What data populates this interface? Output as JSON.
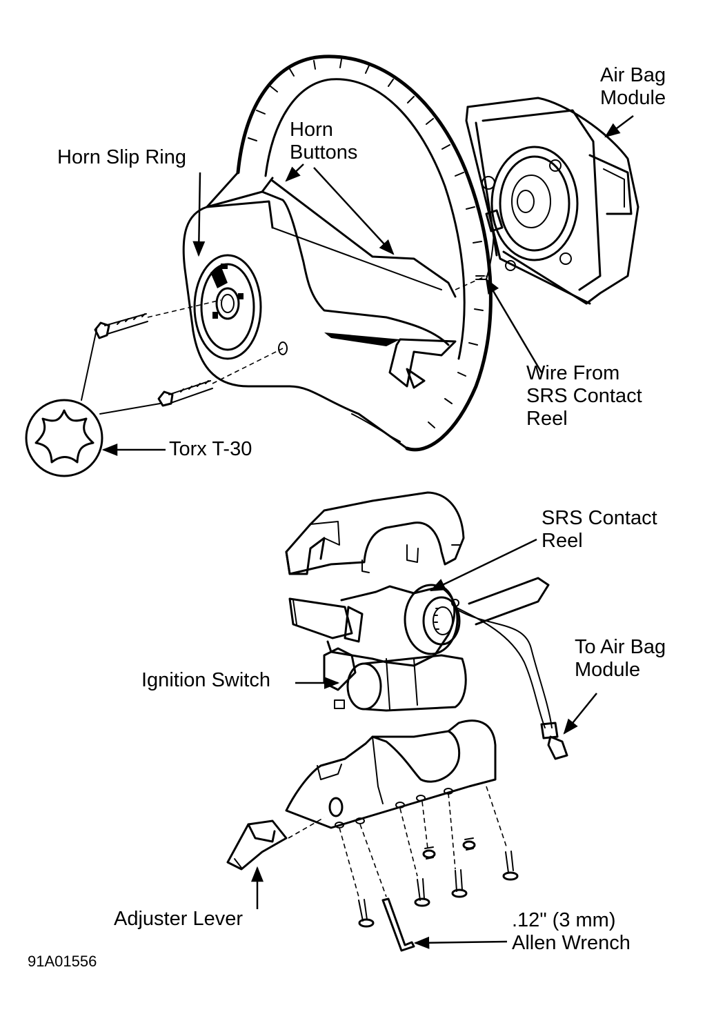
{
  "labels": {
    "air_bag_module": [
      "Air Bag",
      "Module"
    ],
    "horn_slip_ring": "Horn Slip Ring",
    "horn_buttons": [
      "Horn",
      "Buttons"
    ],
    "wire_from_srs": [
      "Wire From",
      "SRS Contact",
      "Reel"
    ],
    "torx": "Torx T-30",
    "srs_contact_reel": [
      "SRS Contact",
      "Reel"
    ],
    "to_air_bag_module": [
      "To Air Bag",
      "Module"
    ],
    "ignition_switch": "Ignition Switch",
    "adjuster_lever": "Adjuster Lever",
    "allen_wrench": [
      ".12\" (3 mm)",
      "Allen Wrench"
    ]
  },
  "figure_ref": "91A01556"
}
